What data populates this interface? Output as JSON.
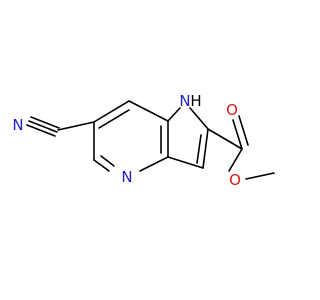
{
  "molecule": {
    "atoms": {
      "cyano_nitrogen": "N",
      "pyrrole_nitrogen": "N",
      "pyrrole_hydrogen": "H",
      "pyridine_nitrogen": "N",
      "carbonyl_oxygen": "O",
      "ester_oxygen": "O"
    },
    "colors": {
      "bond": "#000000",
      "nitrogen": "#1f1fbf",
      "oxygen": "#d91a1a"
    }
  }
}
